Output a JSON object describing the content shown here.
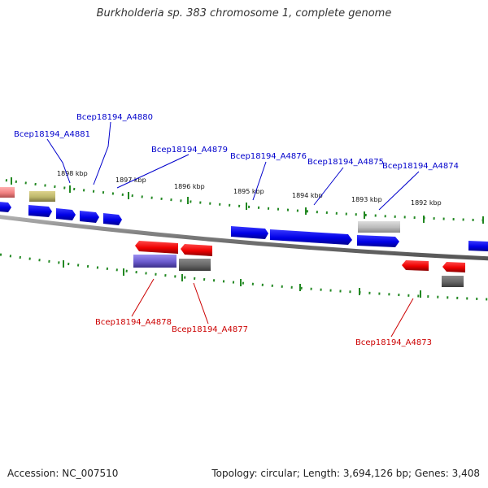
{
  "title": "Burkholderia sp. 383 chromosome 1, complete genome",
  "footer": {
    "accession": "Accession: NC_007510",
    "topology": "Topology: circular; Length: 3,694,126 bp; Genes: 3,408"
  },
  "colors": {
    "plus_strand": "#0000ee",
    "minus_strand": "#ee0000",
    "plus_label": "#0000cc",
    "minus_label": "#cc0000",
    "backbone": "#777777",
    "ticks": "#228822"
  },
  "kbp_labels": [
    "1898 kbp",
    "1897 kbp",
    "1896 kbp",
    "1895 kbp",
    "1894 kbp",
    "1893 kbp",
    "1892 kbp"
  ],
  "gene_labels": {
    "a4881": "Bcep18194_A4881",
    "a4880": "Bcep18194_A4880",
    "a4879": "Bcep18194_A4879",
    "a4876": "Bcep18194_A4876",
    "a4875": "Bcep18194_A4875",
    "a4874": "Bcep18194_A4874",
    "a4878": "Bcep18194_A4878",
    "a4877": "Bcep18194_A4877",
    "a4873": "Bcep18194_A4873"
  }
}
